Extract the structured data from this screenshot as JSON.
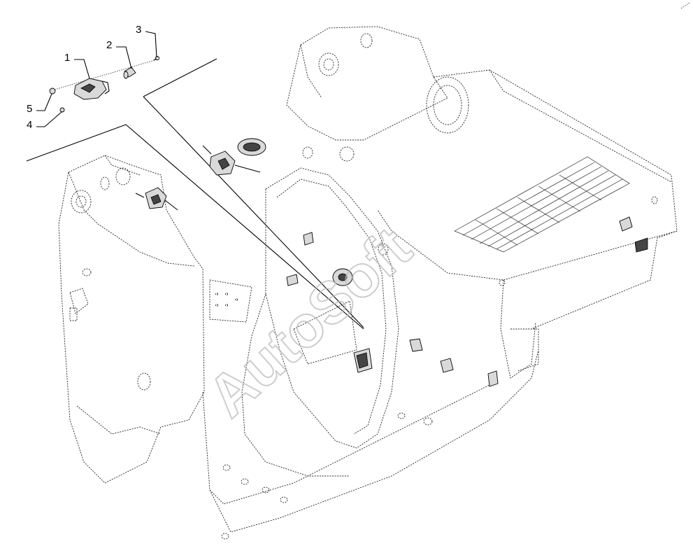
{
  "callouts": [
    {
      "id": "1",
      "label": "1"
    },
    {
      "id": "2",
      "label": "2"
    },
    {
      "id": "3",
      "label": "3"
    },
    {
      "id": "4",
      "label": "4"
    },
    {
      "id": "5",
      "label": "5"
    }
  ],
  "watermark": {
    "text": "AutoSoft"
  },
  "colors": {
    "line": "#222222",
    "background": "#ffffff",
    "watermark": "#bdbdbd"
  }
}
